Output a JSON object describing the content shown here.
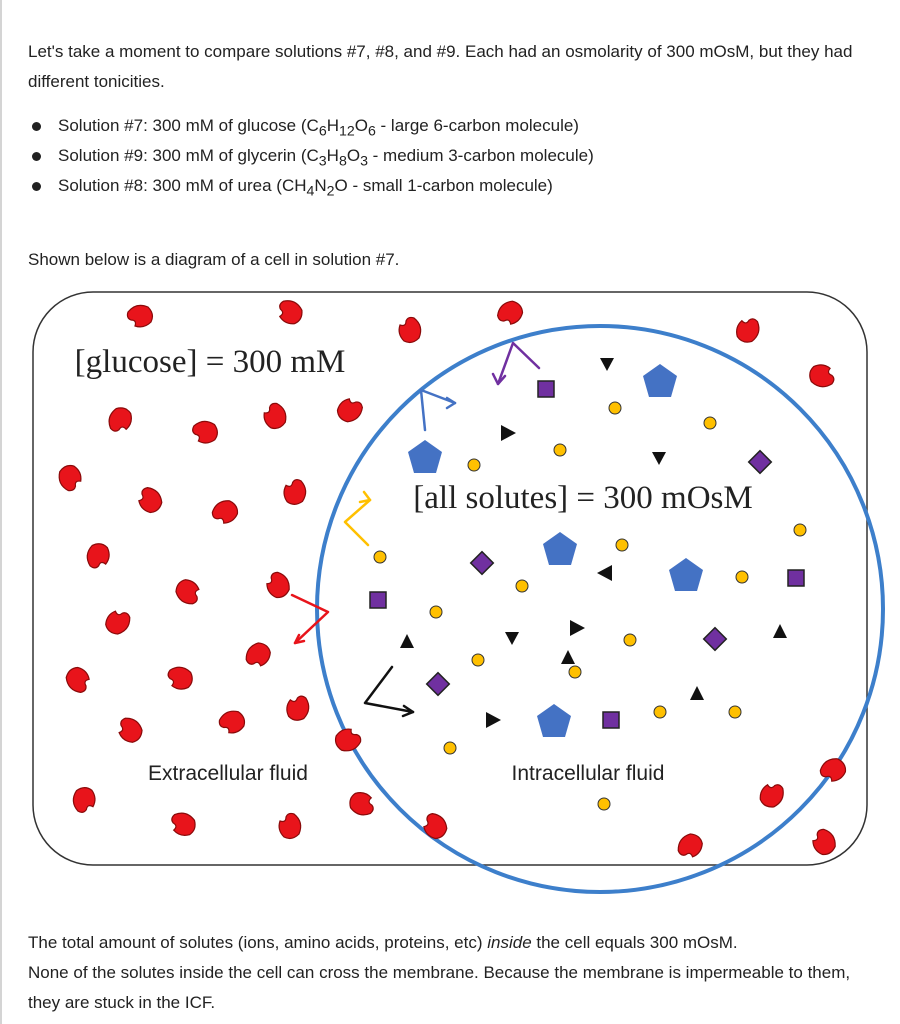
{
  "intro_text": "Let's take a moment to compare solutions #7, #8, and #9.  Each had an osmolarity of 300 mOsM, but they had different tonicities.",
  "bullets": [
    {
      "prefix": "Solution #7: 300 mM of glucose (C",
      "s1": "6",
      "m1": "H",
      "s2": "12",
      "m2": "O",
      "s3": "6",
      "suffix": " - large 6-carbon molecule)"
    },
    {
      "prefix": "Solution #9: 300 mM of glycerin (C",
      "s1": "3",
      "m1": "H",
      "s2": "8",
      "m2": "O",
      "s3": "3",
      "suffix": " - medium 3-carbon molecule)"
    },
    {
      "prefix": "Solution #8: 300 mM of urea (CH",
      "s1": "4",
      "m1": "N",
      "s2": "2",
      "m2": "O",
      "s3": "",
      "suffix": " - small 1-carbon molecule)"
    }
  ],
  "diagram_caption": "Shown below is a diagram of a cell in solution #7.",
  "diagram": {
    "glucose_label": "[glucose] = 300 mM",
    "solutes_label": "[all solutes] = 300 mOsM",
    "ecf_label": "Extracellular fluid",
    "icf_label": "Intracellular fluid",
    "colors": {
      "glucose": "#e8141b",
      "membrane": "#3d7fcb",
      "pentagon": "#4472c4",
      "square": "#7030a0",
      "dot": "#ffc000",
      "triangle": "#111111"
    }
  },
  "bottom_text": {
    "line1_pre": "The total amount of solutes (ions, amino acids, proteins, etc) ",
    "line1_em": "inside",
    "line1_post": " the cell equals 300 mOsM.",
    "line2": "None of the solutes inside the cell can cross the membrane.  Because the membrane is impermeable to them, they are stuck in the ICF."
  }
}
